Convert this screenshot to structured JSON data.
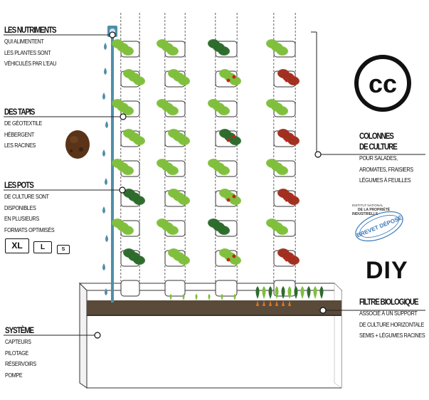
{
  "labels": {
    "nutriments": {
      "title": "LES NUTRIMENTS",
      "lines": [
        "QUI ALIMENTENT",
        "LES PLANTES SONT",
        "VÉHICULÉS PAR L'EAU"
      ]
    },
    "tapis": {
      "title": "DES TAPIS",
      "lines": [
        "DE GÉOTEXTILE",
        "HÉBERGENT",
        "LES RACINES"
      ]
    },
    "pots": {
      "title": "LES POTS",
      "lines": [
        "DE CULTURE SONT",
        "DISPONIBLES",
        "EN PLUSIEURS",
        "FORMATS OPTIMISÉS"
      ]
    },
    "systeme": {
      "title": "SYSTÈME",
      "lines": [
        "CAPTEURS",
        "PILOTAGE",
        "RÉSERVOIRS",
        "POMPE"
      ]
    },
    "colonnes": {
      "title": "COLONNES DE CULTURE",
      "title_line1": "COLONNES",
      "title_line2": "DE CULTURE",
      "lines": [
        "POUR SALADES,",
        "AROMATES, FRAISIERS",
        "LÉGUMES À FEUILLES"
      ]
    },
    "filtre": {
      "title": "FILTRE BIOLOGIQUE",
      "lines": [
        "ASSOCIÉ À UN SUPPORT",
        "DE CULTURE HORIZONTALE",
        "SEMIS + LÉGUMES RACINES"
      ]
    }
  },
  "sizes": [
    "XL",
    "L",
    "S"
  ],
  "cc_text": "cc",
  "diy_text": "DIY",
  "stamp": {
    "line1": "INSTITUT NATIONAL",
    "line2": "DE LA PROPRIÉTÉ",
    "line3": "INDUSTRIELLE",
    "badge": "BREVET DÉPOSÉ"
  },
  "colors": {
    "leaf_light": "#7fbf3c",
    "leaf_dark": "#2e6b2e",
    "leaf_red": "#a0301f",
    "water": "#4f8fa8",
    "soil": "#5a4a3a",
    "stamp_blue": "#3b78b8",
    "carrot": "#e0761d"
  }
}
